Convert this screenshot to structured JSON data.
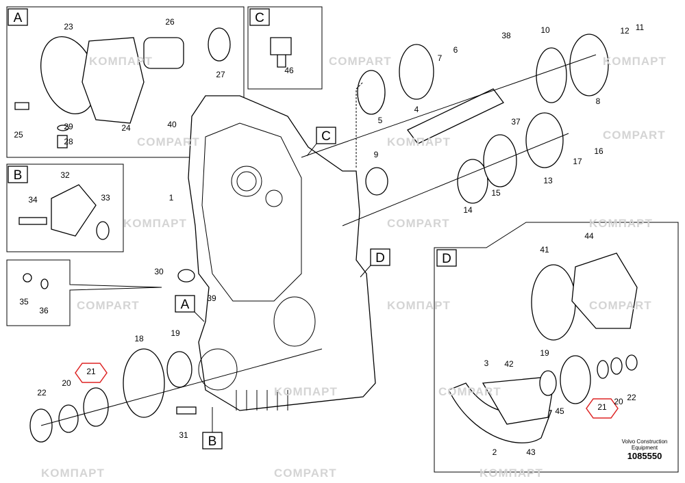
{
  "watermark": "KOMПAPT",
  "watermark_alt": "COMPART",
  "sections": {
    "A": "A",
    "B": "B",
    "C": "C",
    "D": "D"
  },
  "callouts": [
    "23",
    "26",
    "27",
    "25",
    "29",
    "28",
    "24",
    "46",
    "32",
    "34",
    "33",
    "35",
    "36",
    "41",
    "44",
    "3",
    "42",
    "19",
    "45",
    "2",
    "43",
    "21",
    "20",
    "22",
    "40",
    "1",
    "30",
    "39",
    "18",
    "19",
    "21",
    "20",
    "22",
    "31",
    "5",
    "4",
    "7",
    "6",
    "9",
    "14",
    "15",
    "13",
    "38",
    "10",
    "12",
    "11",
    "8",
    "37",
    "16",
    "17"
  ],
  "footer": {
    "company_line1": "Volvo Construction",
    "company_line2": "Equipment",
    "drawing_number": "1085550"
  }
}
